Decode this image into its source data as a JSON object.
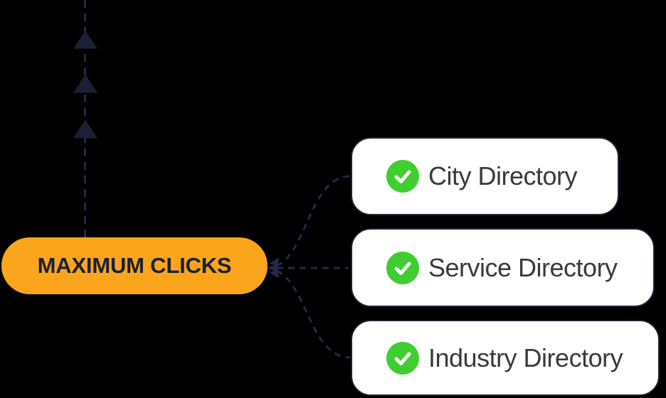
{
  "canvas": {
    "background": "#000000"
  },
  "colors": {
    "accent_orange": "#FBA51C",
    "navy_dark": "#1B2033",
    "line_navy": "#232A48",
    "success_green": "#3FCE2F",
    "card_background": "#FFFFFF",
    "card_border": "#1E2338",
    "card_text": "#3A3A3A"
  },
  "pill": {
    "label": "MAXIMUM CLICKS"
  },
  "flow_line": {
    "direction": "up",
    "arrow_count": 3,
    "style": "dashed"
  },
  "cards": [
    {
      "label": "City Directory",
      "icon": "check-circle"
    },
    {
      "label": "Service Directory",
      "icon": "check-circle"
    },
    {
      "label": "Industry Directory",
      "icon": "check-circle"
    }
  ]
}
